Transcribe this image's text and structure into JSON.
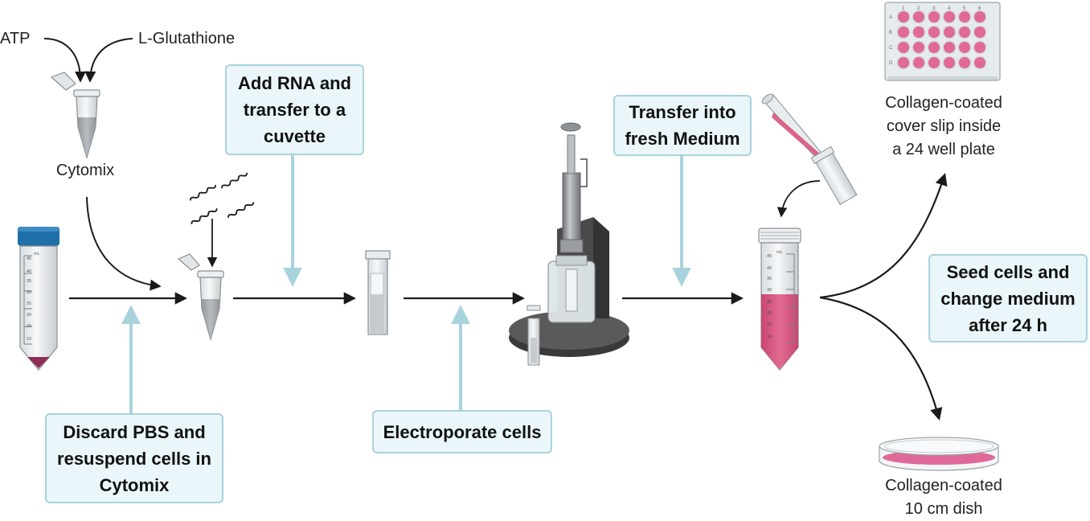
{
  "inputs": {
    "atp": "ATP",
    "glutathione": "L-Glutathione",
    "cytomix": "Cytomix"
  },
  "steps": {
    "add_rna": [
      "Add RNA and",
      "transfer to a",
      "cuvette"
    ],
    "discard": [
      "Discard PBS and",
      "resuspend cells in",
      "Cytomix"
    ],
    "electroporate": [
      "Electroporate cells"
    ],
    "transfer": [
      "Transfer into",
      "fresh Medium"
    ],
    "seed": [
      "Seed cells and",
      "change medium",
      "after 24 h"
    ]
  },
  "outputs": {
    "plate": [
      "Collagen-coated",
      "cover slip inside",
      "a 24 well plate"
    ],
    "dish": [
      "Collagen-coated",
      "10 cm dish"
    ]
  },
  "tube_scale": [
    "mL",
    "45",
    "40",
    "35",
    "30",
    "25",
    "20",
    "15",
    "10"
  ],
  "plate_cols": [
    "1",
    "2",
    "3",
    "4",
    "5",
    "6"
  ],
  "plate_rows": [
    "A",
    "B",
    "C",
    "D"
  ],
  "colors": {
    "box_border": "#a9d3dc",
    "box_fill": "#eaf6f9",
    "pointer_arrow": "#a9d3dc",
    "flow_arrow": "#1a1a1a",
    "medium_pink": "#d9557e",
    "well_pink": "#e0699a",
    "tube_cap": "#1f6fa8",
    "stand": "#4a4a4a"
  }
}
